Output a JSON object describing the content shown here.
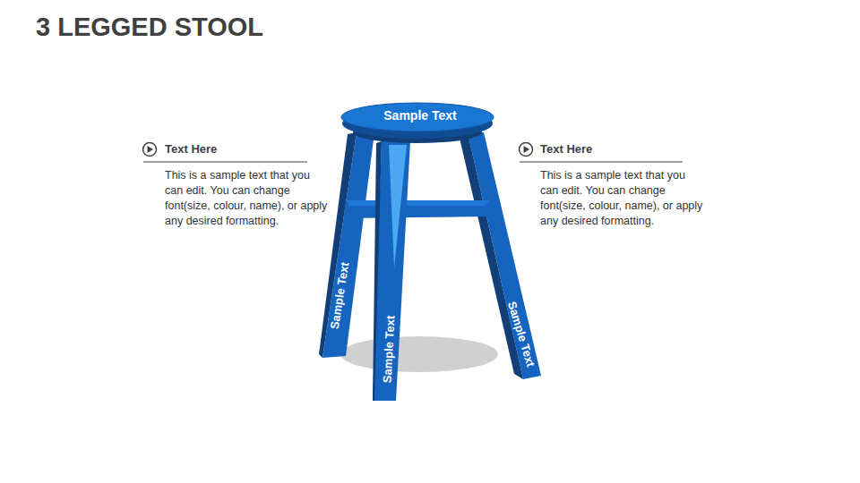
{
  "diagram": {
    "title": "3 LEGGED STOOL",
    "nodes": [
      {
        "text": [
          "Text Here",
          "This is a sample text that you can edit. You can change font(size, colour, name), or apply any desired formatting."
        ]
      },
      {
        "text": [
          "Sample Text"
        ]
      },
      {
        "text": [
          "Sample Text"
        ]
      },
      {
        "text": [
          "Sample Text"
        ]
      },
      {
        "text": [
          "Sample Text"
        ]
      },
      {
        "text": [
          "Text Here",
          "This is a sample text that you can edit. You can change font(size, colour, name), or apply any desired formatting."
        ]
      }
    ]
  }
}
